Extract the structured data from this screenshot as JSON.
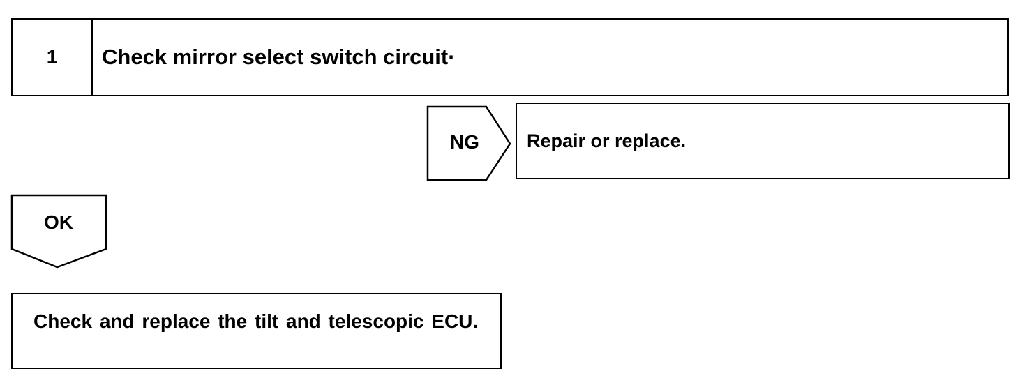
{
  "step": {
    "number": "1",
    "title": "Check mirror select switch circuit·"
  },
  "ng_branch": {
    "tag": "NG",
    "action": "Repair or replace."
  },
  "ok_branch": {
    "tag": "OK",
    "action": "Check and replace the tilt and telescopic ECU."
  }
}
